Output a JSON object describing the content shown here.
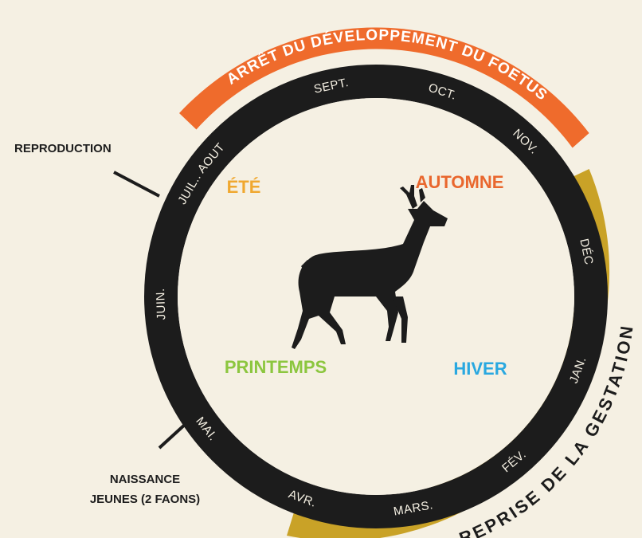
{
  "bands": {
    "top_label": "ARRÊT DU DÉVELOPPEMENT DU FOETUS",
    "top_color": "#ef6b2c",
    "bottom_label": "REPRISE DE LA GESTATION",
    "bottom_color": "#c9a227"
  },
  "ring_color": "#1c1c1c",
  "months": [
    {
      "id": "aout",
      "label": "AOUT"
    },
    {
      "id": "sept",
      "label": "SEPT."
    },
    {
      "id": "oct",
      "label": "OCT."
    },
    {
      "id": "nov",
      "label": "NOV."
    },
    {
      "id": "dec",
      "label": "DÉC"
    },
    {
      "id": "jan",
      "label": "JAN."
    },
    {
      "id": "fev",
      "label": "FÉV."
    },
    {
      "id": "mars",
      "label": "MARS."
    },
    {
      "id": "avr",
      "label": "AVR."
    },
    {
      "id": "mai",
      "label": "MAI."
    },
    {
      "id": "juin",
      "label": "JUIN."
    },
    {
      "id": "juil",
      "label": "JUIL.."
    }
  ],
  "seasons": {
    "ete": {
      "label": "ÉTÉ",
      "color": "#f0a830"
    },
    "automne": {
      "label": "AUTOMNE",
      "color": "#e9672e"
    },
    "printemps": {
      "label": "PRINTEMPS",
      "color": "#8cc63f"
    },
    "hiver": {
      "label": "HIVER",
      "color": "#29a8e0"
    }
  },
  "callouts": {
    "reproduction": "REPRODUCTION",
    "naissance_line1": "NAISSANCE",
    "naissance_line2": "JEUNES (2 FAONS)"
  },
  "icons": {
    "center": "deer-silhouette-icon"
  }
}
